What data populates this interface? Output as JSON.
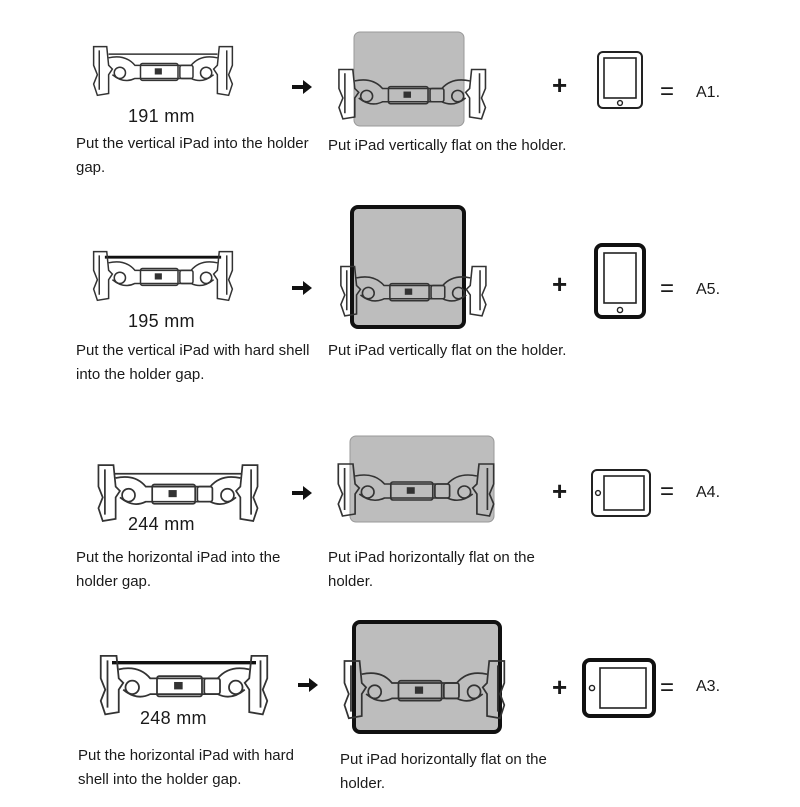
{
  "rows": [
    {
      "gap": "191 mm",
      "insert_caption": "Put the vertical iPad into the holder gap.",
      "flat_caption": "Put iPad vertically flat on the holder.",
      "plus": "+",
      "equals": "=",
      "code": "A1."
    },
    {
      "gap": "195 mm",
      "insert_caption": "Put the vertical iPad with hard shell into the holder gap.",
      "flat_caption": "Put iPad vertically flat on the holder.",
      "plus": "+",
      "equals": "=",
      "code": "A5."
    },
    {
      "gap": "244 mm",
      "insert_caption": "Put the horizontal iPad into the holder gap.",
      "flat_caption": "Put iPad horizontally flat on the holder.",
      "plus": "+",
      "equals": "=",
      "code": "A4."
    },
    {
      "gap": "248 mm",
      "insert_caption": "Put the horizontal iPad with hard shell into the holder gap.",
      "flat_caption": "Put iPad horizontally flat on the holder.",
      "plus": "+",
      "equals": "=",
      "code": "A3."
    }
  ],
  "icons": {
    "holder": "tablet-holder-icon",
    "arrow": "right-arrow-icon",
    "tablet_portrait": "ipad-portrait-icon",
    "tablet_landscape": "ipad-landscape-icon"
  },
  "colors": {
    "ink": "#1a1a1a",
    "tablet_fill": "#bdbdbd",
    "shell": "#111111"
  }
}
